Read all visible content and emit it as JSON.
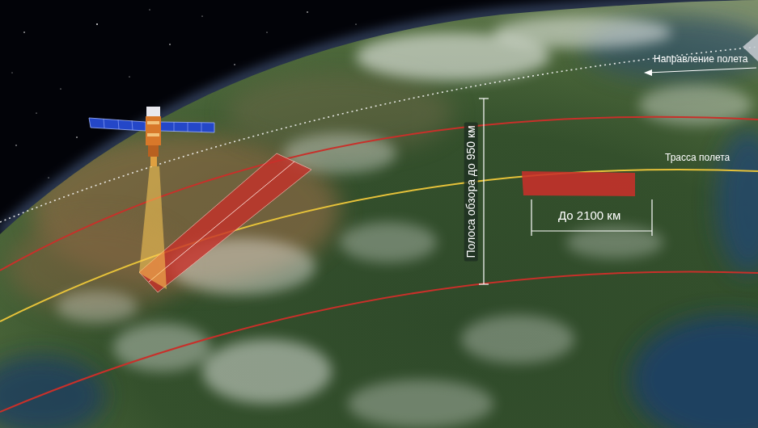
{
  "diagram": {
    "labels": [
      "Направление полета",
      "Трасса полета",
      "Полоса обзора до 950 км",
      "До 2100 км"
    ]
  }
}
